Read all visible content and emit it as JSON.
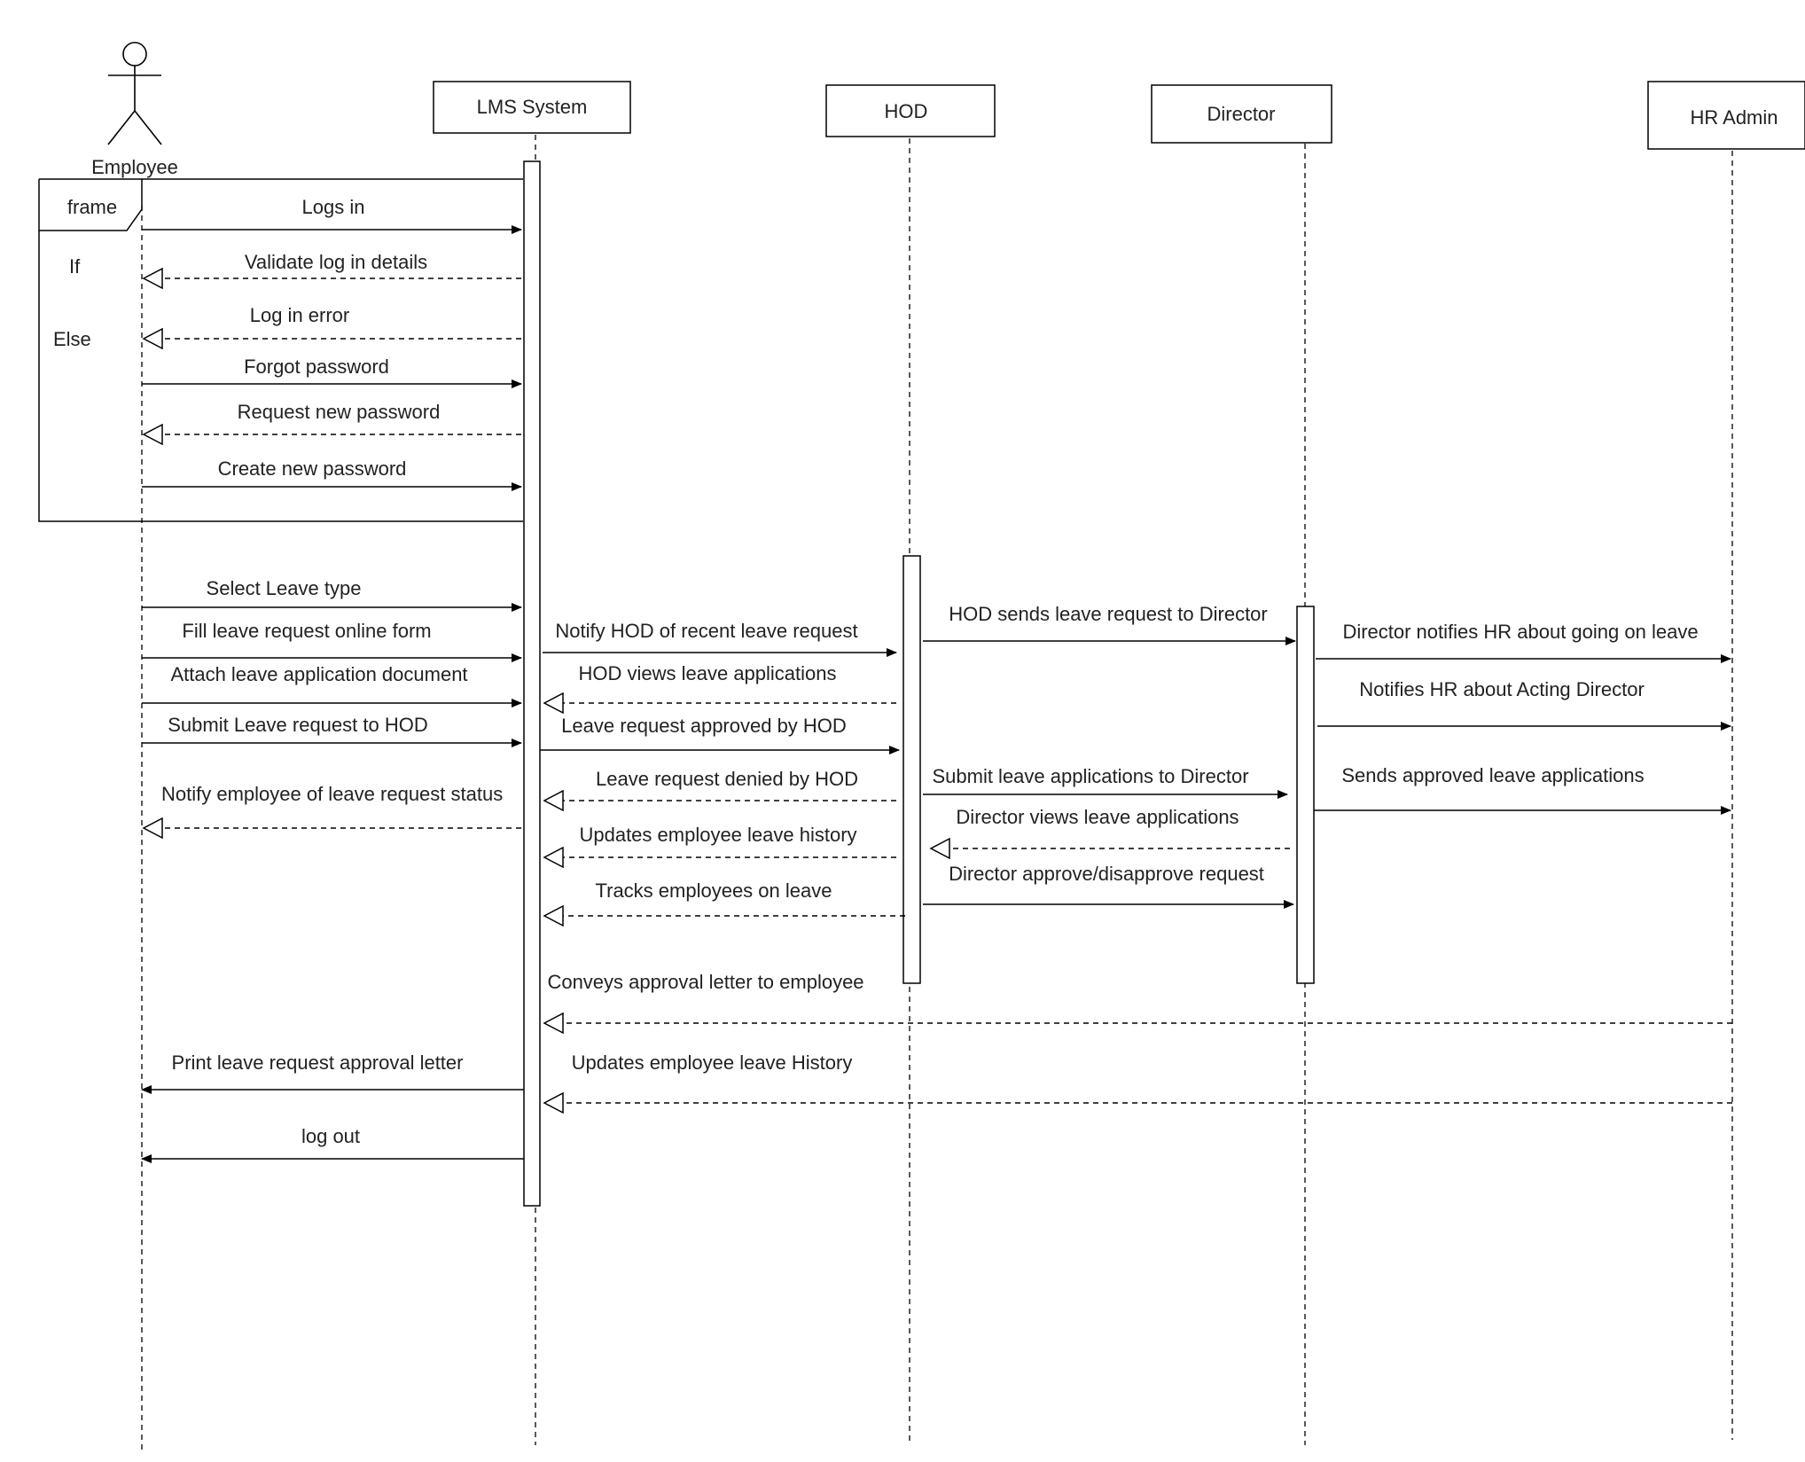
{
  "actor": {
    "name": "Employee"
  },
  "lifelines": [
    {
      "id": "lms",
      "label": "LMS System"
    },
    {
      "id": "hod",
      "label": "HOD"
    },
    {
      "id": "director",
      "label": "Director"
    },
    {
      "id": "hr",
      "label": "HR Admin"
    }
  ],
  "frame": {
    "label": "frame",
    "guards": [
      "If",
      "Else"
    ]
  },
  "messages": [
    {
      "label": "Logs in",
      "from": "employee",
      "to": "lms",
      "kind": "sync"
    },
    {
      "label": "Validate log in details",
      "from": "lms",
      "to": "employee",
      "kind": "return"
    },
    {
      "label": "Log in error",
      "from": "lms",
      "to": "employee",
      "kind": "return"
    },
    {
      "label": "Forgot password",
      "from": "employee",
      "to": "lms",
      "kind": "sync"
    },
    {
      "label": "Request new password",
      "from": "lms",
      "to": "employee",
      "kind": "return"
    },
    {
      "label": "Create new password",
      "from": "employee",
      "to": "lms",
      "kind": "sync"
    },
    {
      "label": "Select Leave type",
      "from": "employee",
      "to": "lms",
      "kind": "sync"
    },
    {
      "label": "Fill leave request online form",
      "from": "employee",
      "to": "lms",
      "kind": "sync"
    },
    {
      "label": "Attach leave application document",
      "from": "employee",
      "to": "lms",
      "kind": "sync"
    },
    {
      "label": "Submit Leave request to HOD",
      "from": "employee",
      "to": "lms",
      "kind": "sync"
    },
    {
      "label": "Notify employee of leave request status",
      "from": "lms",
      "to": "employee",
      "kind": "return"
    },
    {
      "label": "Notify HOD of recent leave request",
      "from": "lms",
      "to": "hod",
      "kind": "sync"
    },
    {
      "label": "HOD views leave applications",
      "from": "hod",
      "to": "lms",
      "kind": "return"
    },
    {
      "label": "Leave request approved by HOD",
      "from": "lms",
      "to": "hod",
      "kind": "sync"
    },
    {
      "label": "Leave request denied by HOD",
      "from": "hod",
      "to": "lms",
      "kind": "return"
    },
    {
      "label": "Updates employee leave history",
      "from": "hod",
      "to": "lms",
      "kind": "return"
    },
    {
      "label": "Tracks employees on leave",
      "from": "hod",
      "to": "lms",
      "kind": "return"
    },
    {
      "label": "HOD sends leave request to Director",
      "from": "hod",
      "to": "director",
      "kind": "sync"
    },
    {
      "label": "Submit leave applications to Director",
      "from": "hod",
      "to": "director",
      "kind": "sync"
    },
    {
      "label": "Director views leave applications",
      "from": "director",
      "to": "hod",
      "kind": "return"
    },
    {
      "label": "Director approve/disapprove request",
      "from": "hod",
      "to": "director",
      "kind": "sync"
    },
    {
      "label": "Director notifies HR about going on leave",
      "from": "director",
      "to": "hr",
      "kind": "sync"
    },
    {
      "label": "Notifies HR about Acting Director",
      "from": "director",
      "to": "hr",
      "kind": "sync"
    },
    {
      "label": "Sends approved leave applications",
      "from": "director",
      "to": "hr",
      "kind": "sync"
    },
    {
      "label": "Conveys approval letter to employee",
      "from": "hr",
      "to": "lms",
      "kind": "return"
    },
    {
      "label": "Updates employee leave History",
      "from": "hr",
      "to": "lms",
      "kind": "return"
    },
    {
      "label": "Print leave request approval letter",
      "from": "lms",
      "to": "employee",
      "kind": "sync"
    },
    {
      "label": "log out",
      "from": "lms",
      "to": "employee",
      "kind": "sync"
    }
  ]
}
